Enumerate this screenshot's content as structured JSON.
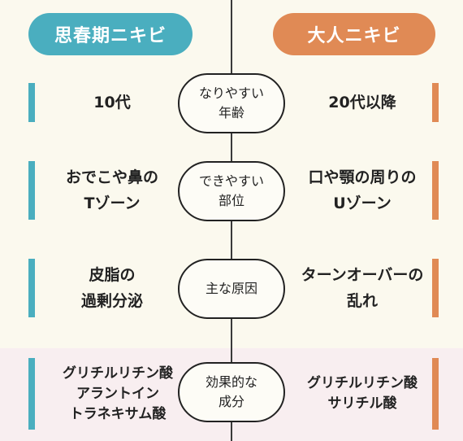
{
  "header": {
    "left": "思春期ニキビ",
    "right": "大人ニキビ"
  },
  "rows": [
    {
      "category": "なりやすい\n年齢",
      "left": "10代",
      "right": "20代以降"
    },
    {
      "category": "できやすい\n部位",
      "left": "おでこや鼻の\nTゾーン",
      "right": "口や顎の周りの\nUゾーン"
    },
    {
      "category": "主な原因",
      "left": "皮脂の\n過剰分泌",
      "right": "ターンオーバーの\n乱れ"
    },
    {
      "category": "効果的な\n成分",
      "left": "グリチルリチン酸\nアラントイン\nトラネキサム酸",
      "right": "グリチルリチン酸\nサリチル酸"
    }
  ],
  "colors": {
    "left_accent": "#4aaebf",
    "right_accent": "#e08a55",
    "background": "#fbf9ee",
    "highlight_band": "#f8eef0"
  }
}
